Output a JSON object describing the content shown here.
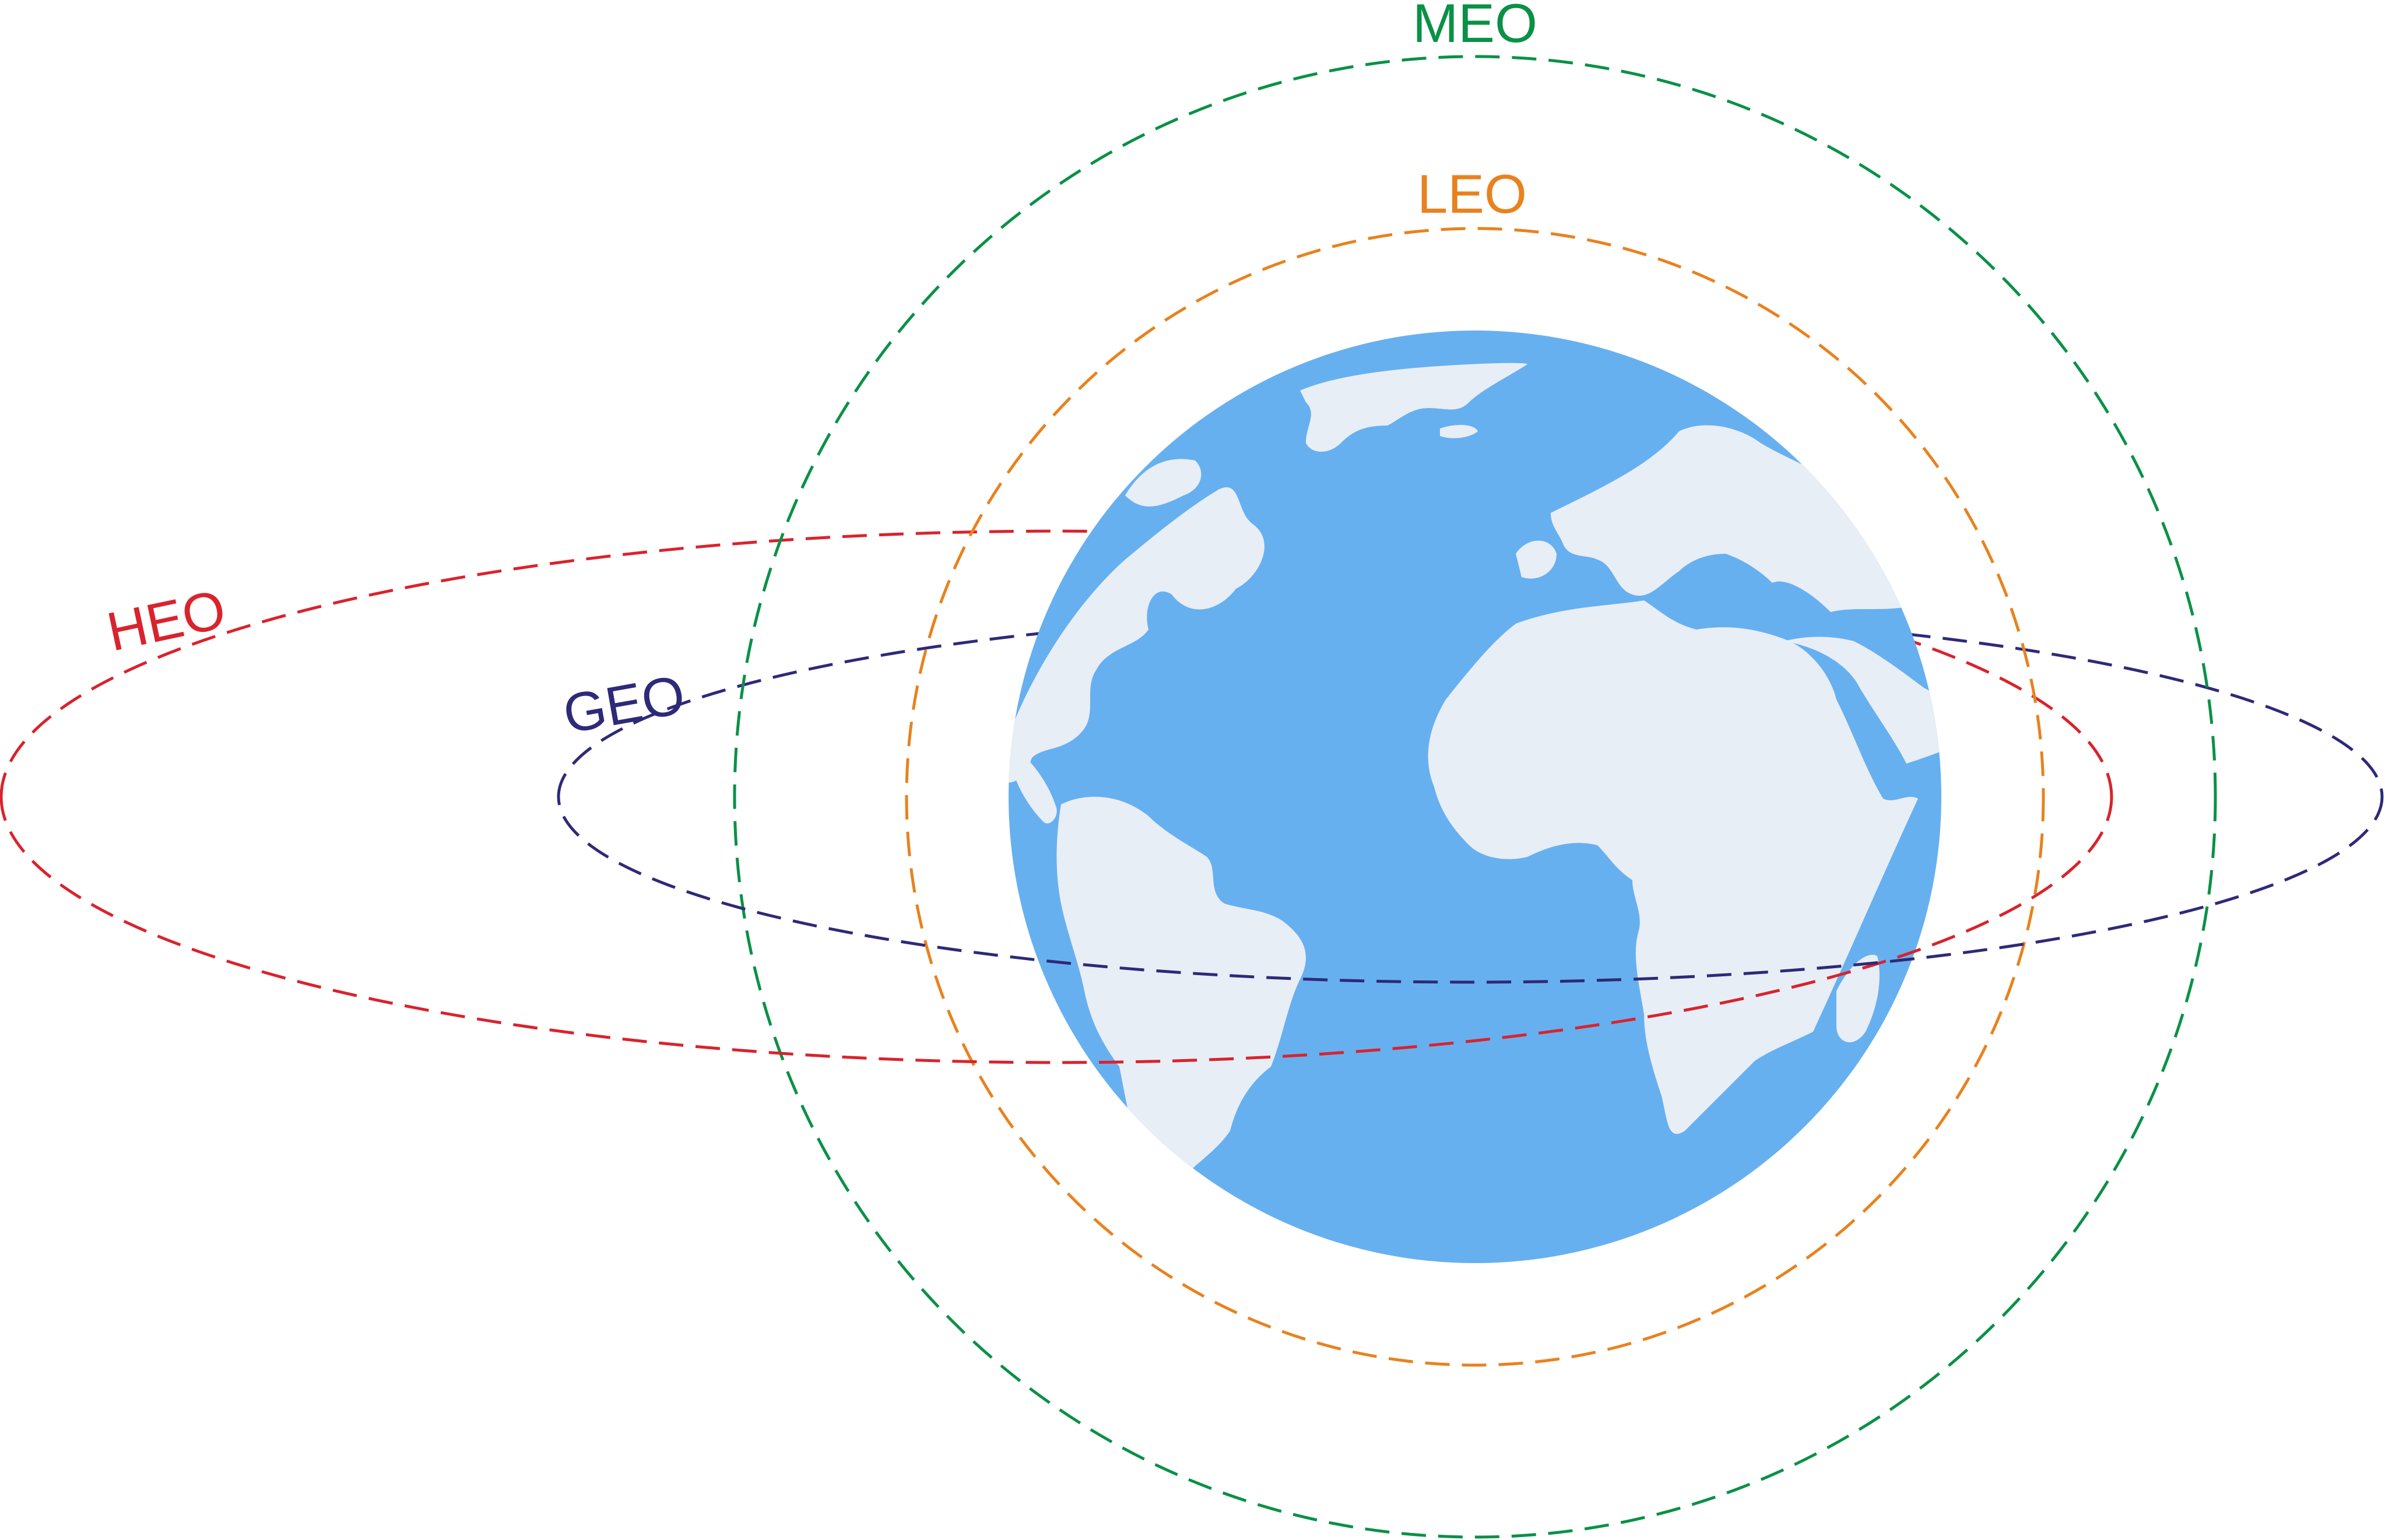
{
  "diagram": {
    "earth": {
      "icon": "earth-globe-icon",
      "ocean_color": "#67b0f0",
      "land_color": "#e8eef6"
    },
    "orbits": {
      "meo": {
        "label": "MEO",
        "color": "#0a9146"
      },
      "leo": {
        "label": "LEO",
        "color": "#e8821e"
      },
      "heo": {
        "label": "HEO",
        "color": "#d9232d"
      },
      "geo": {
        "label": "GEO",
        "color": "#2e2a78"
      }
    }
  }
}
